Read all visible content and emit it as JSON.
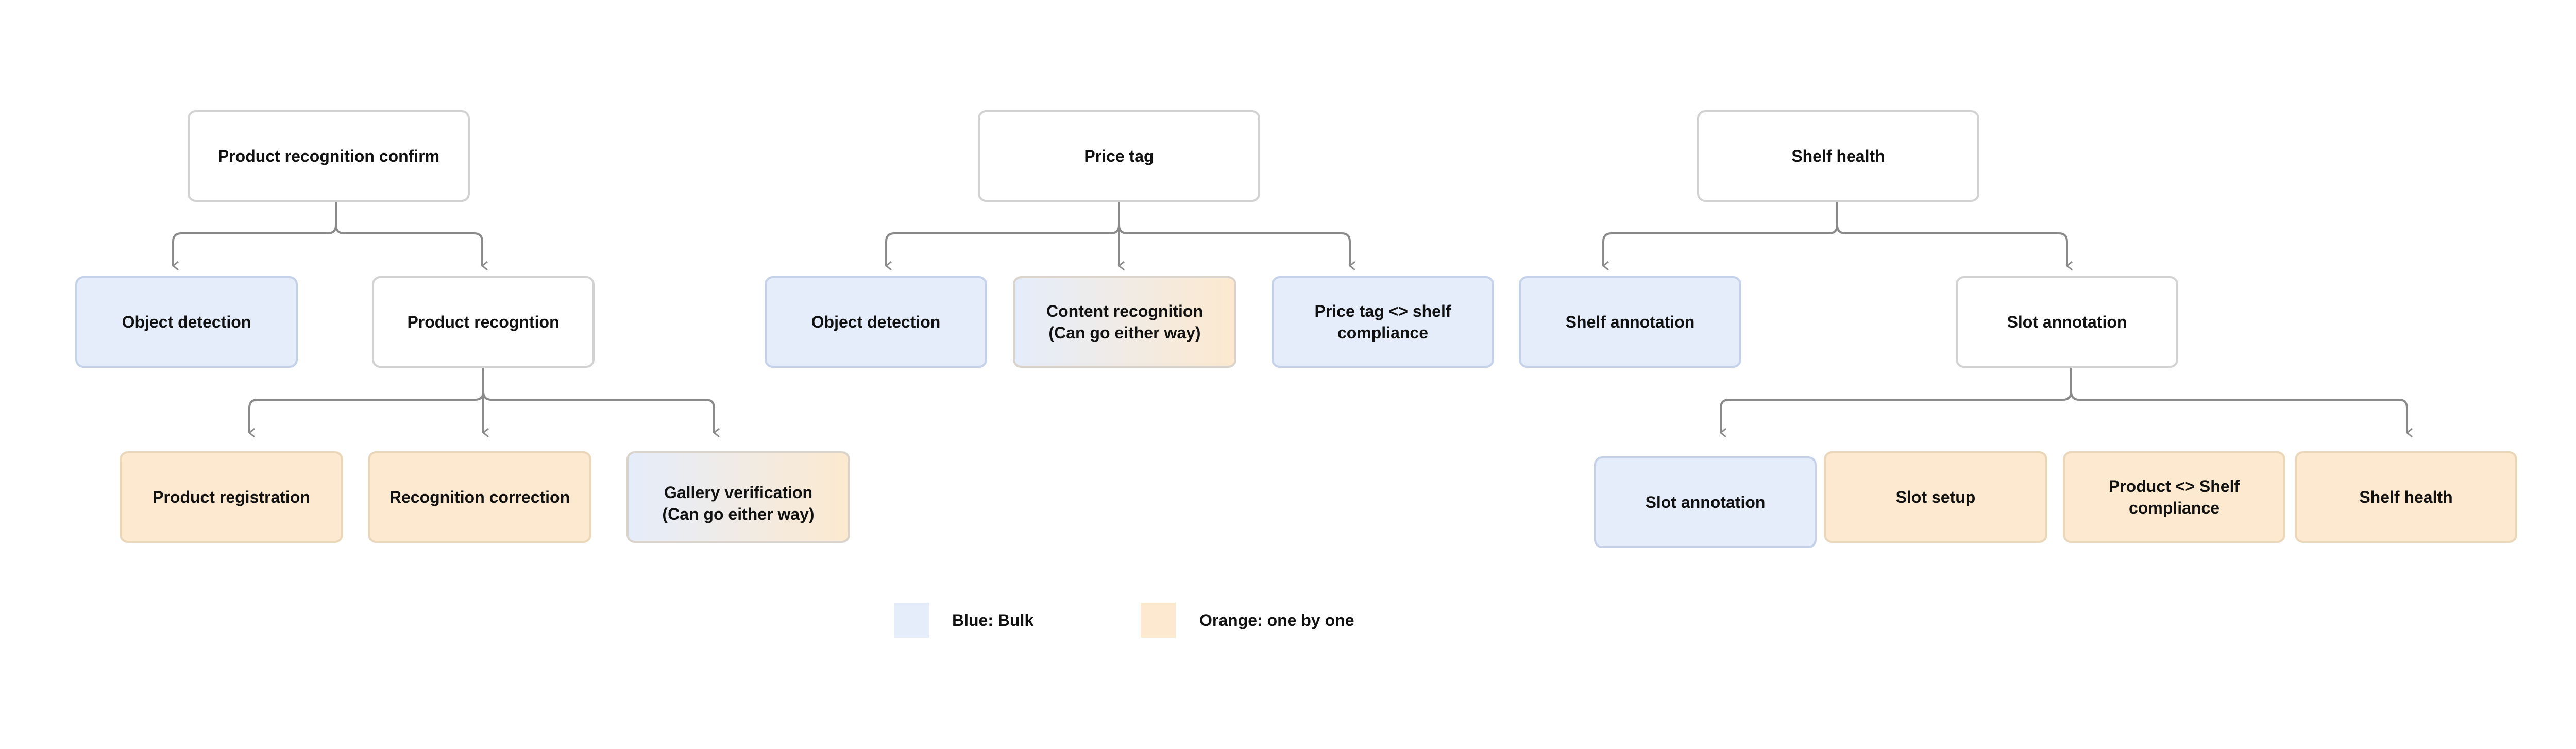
{
  "trees": [
    {
      "root": "Product recognition confirm",
      "children": [
        "Object detection",
        "Product recogntion"
      ],
      "grandchildren": [
        "Product registration",
        "Recognition correction",
        "Gallery verification\n(Can go either way)"
      ]
    },
    {
      "root": "Price tag",
      "children": [
        "Object detection",
        "Content recognition\n(Can go either way)",
        "Price tag <> shelf\ncompliance"
      ]
    },
    {
      "root": "Shelf health",
      "children": [
        "Shelf annotation",
        "Slot annotation"
      ],
      "grandchildren": [
        "Slot annotation",
        "Slot  setup",
        "Product <> Shelf\ncompliance",
        "Shelf health"
      ]
    }
  ],
  "legend": {
    "blue": {
      "label": "Blue: Bulk",
      "color": "#e5edfb"
    },
    "orange": {
      "label": "Orange: one by one",
      "color": "#fce9cf"
    }
  },
  "colors": {
    "connector": "#8a8a8a",
    "white_box_border": "#d2d2d2",
    "blue_fill": "#e5edfb",
    "orange_fill": "#fce9cf"
  }
}
